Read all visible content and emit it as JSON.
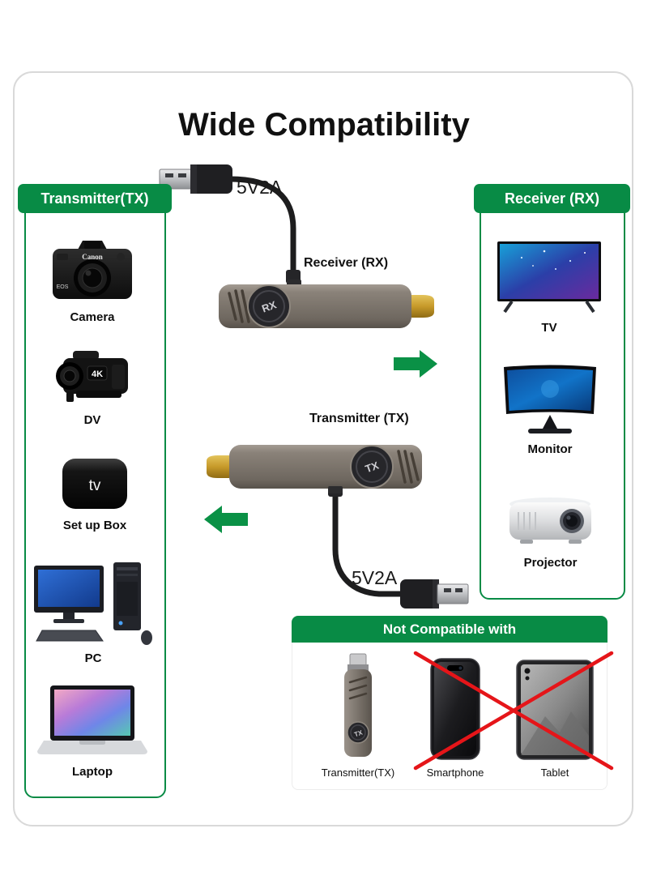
{
  "title": "Wide Compatibility",
  "left_panel": {
    "header": "Transmitter(TX)",
    "items": [
      {
        "label": "Camera"
      },
      {
        "label": "DV"
      },
      {
        "label": "Set up Box"
      },
      {
        "label": "PC"
      },
      {
        "label": "Laptop"
      }
    ]
  },
  "right_panel": {
    "header": "Receiver (RX)",
    "items": [
      {
        "label": "TV"
      },
      {
        "label": "Monitor"
      },
      {
        "label": "Projector"
      }
    ]
  },
  "center": {
    "receiver_label": "Receiver (RX)",
    "transmitter_label": "Transmitter (TX)",
    "rx_badge": "RX",
    "tx_badge": "TX",
    "power_top": "5V2A",
    "power_bottom": "5V2A"
  },
  "devices": {
    "camera_brand": "Canon",
    "camera_model": "EOS",
    "dv_label": "4K",
    "settop_label": "tv"
  },
  "not_compatible": {
    "header": "Not Compatible with",
    "badge": "TX",
    "items": [
      {
        "label": "Transmitter(TX)"
      },
      {
        "label": "Smartphone"
      },
      {
        "label": "Tablet"
      }
    ]
  },
  "colors": {
    "green": "#088b45",
    "red": "#e51519",
    "hdmi_gold": "#c79a2a"
  }
}
